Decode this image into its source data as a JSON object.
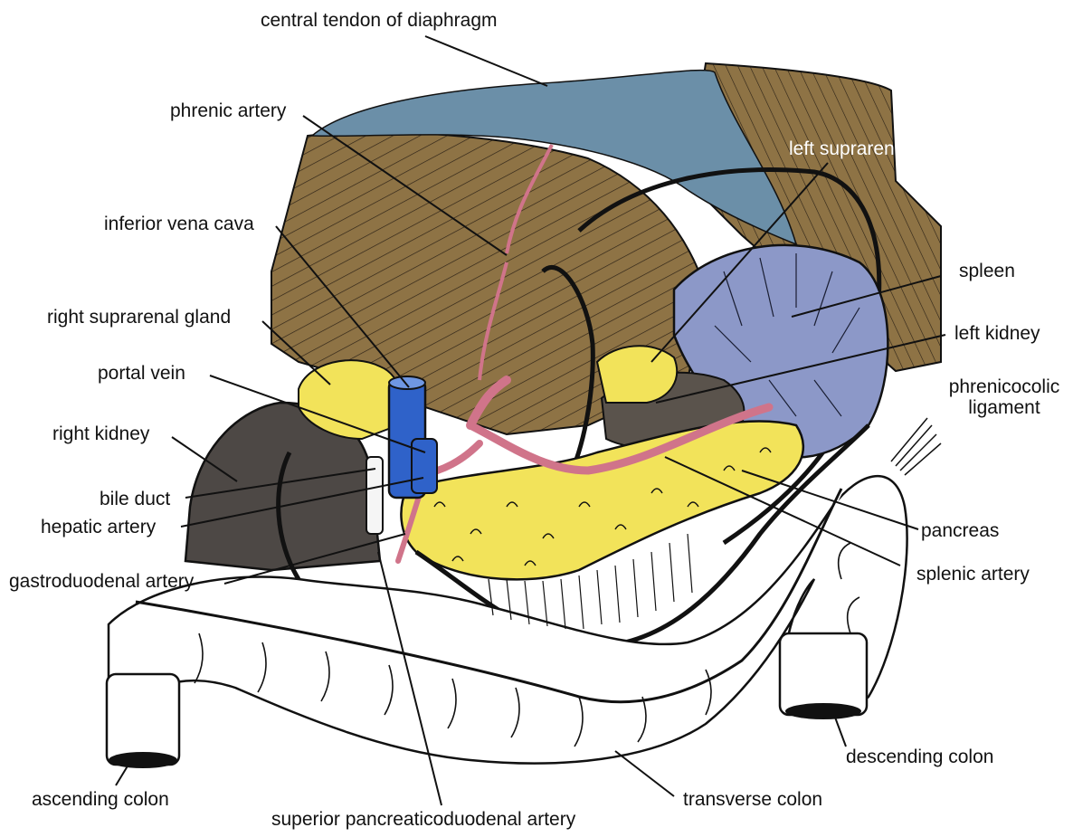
{
  "labels": {
    "central_tendon": "central tendon of diaphragm",
    "phrenic_artery": "phrenic artery",
    "left_suprarenal": "left suprarenal gland",
    "inferior_vena_cava": "inferior vena cava",
    "spleen": "spleen",
    "right_suprarenal": "right suprarenal gland",
    "left_kidney": "left kidney",
    "portal_vein": "portal vein",
    "phrenicocolic_1": "phrenicocolic",
    "phrenicocolic_2": "ligament",
    "right_kidney": "right kidney",
    "bile_duct": "bile duct",
    "hepatic_artery": "hepatic artery",
    "pancreas": "pancreas",
    "gastroduodenal_artery": "gastroduodenal artery",
    "splenic_artery": "splenic artery",
    "descending_colon": "descending colon",
    "ascending_colon": "ascending colon",
    "transverse_colon": "transverse colon",
    "superior_pancreaticoduodenal": "superior pancreaticoduodenal artery"
  },
  "colors": {
    "diaphragm_muscle": "#8e7345",
    "central_tendon": "#6b8fa8",
    "spleen": "#8c98c8",
    "pancreas": "#f2e35a",
    "ivc": "#2f62c9",
    "arteries": "#d0748a",
    "kidney": "#4d4845",
    "outline": "#111111"
  }
}
